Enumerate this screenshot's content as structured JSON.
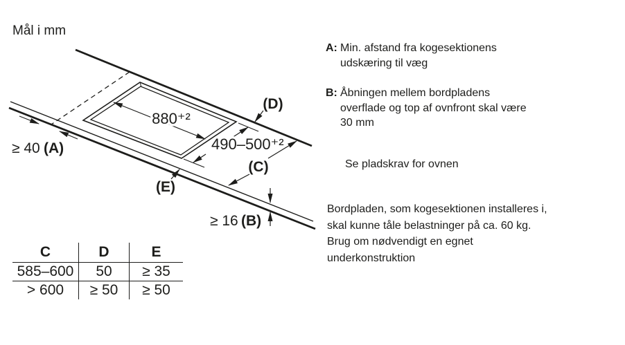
{
  "header": {
    "units_label": "Mål i mm"
  },
  "diagram": {
    "dim_long": "880⁺²",
    "dim_short": "490–500⁺²",
    "dim_wall_value": "≥ 40",
    "dim_wall_letter": "(A)",
    "dim_thickness_value": "≥ 16",
    "dim_thickness_letter": "(B)",
    "letter_c": "(C)",
    "letter_d": "(D)",
    "letter_e": "(E)"
  },
  "spec_table": {
    "headers": [
      "C",
      "D",
      "E"
    ],
    "rows": [
      [
        "585–600",
        "50",
        "≥ 35"
      ],
      [
        "> 600",
        "≥ 50",
        "≥ 50"
      ]
    ]
  },
  "notes": {
    "a_label": "A:",
    "a_text": "Min. afstand fra kogesektionens\nudskæring til væg",
    "b_label": "B:",
    "b_text": "Åbningen mellem bordpladens\noverflade og top af ovnfront skal være\n30 mm",
    "see_note": "Se pladskrav for ovnen",
    "load_note": "Bordpladen, som kogesektionen installeres i,\nskal kunne tåle belastninger på ca. 60 kg.\nBrug om nødvendigt en egnet\nunderkonstruktion"
  },
  "colors": {
    "ink": "#1d1d1b",
    "background": "#ffffff"
  }
}
